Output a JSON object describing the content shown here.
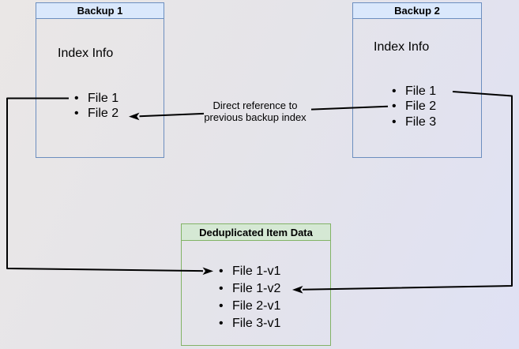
{
  "diagram": {
    "backup1": {
      "title": "Backup 1",
      "index_label": "Index Info",
      "files": [
        "File 1",
        "File 2"
      ]
    },
    "backup2": {
      "title": "Backup 2",
      "index_label": "Index Info",
      "files": [
        "File 1",
        "File 2",
        "File 3"
      ]
    },
    "dedup": {
      "title": "Deduplicated Item Data",
      "files": [
        "File 1-v1",
        "File 1-v2",
        "File 2-v1",
        "File 3-v1"
      ]
    },
    "annotation": {
      "line1": "Direct reference to",
      "line2": "previous backup index"
    },
    "colors": {
      "blue_border": "#6c8ebf",
      "blue_header_fill": "#dae8fc",
      "green_border": "#82b366",
      "green_header_fill": "#d5e8d4",
      "arrow": "#000000",
      "background_from": "#eae7e6",
      "background_to": "#dfe1f4"
    }
  }
}
